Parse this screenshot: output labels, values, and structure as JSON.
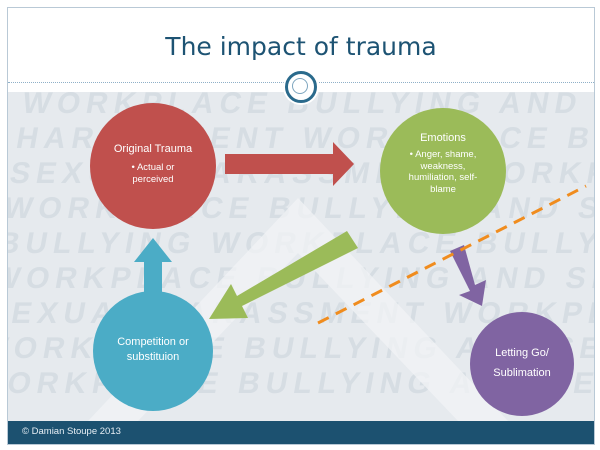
{
  "slide": {
    "title": "The impact of trauma",
    "footer": "© Damian Stoupe 2013",
    "background_words": [
      "WORKPLACE BULLYING AND SEXUAL HARASSMENT",
      "HARASSMENT WORKPLACE BULLYING SEXUAL",
      "SEXUAL HARASSMENT WORKPLACE BULLYING",
      "WORKPLACE BULLYING AND SEXUAL HARASSMENT",
      "BULLYING WORKPLACE BULLYING SEXUAL",
      "WORKPLACE BULLYING AND SEXUAL HARASSMENT",
      "SEXUAL HARASSMENT WORKPLACE BULLYING",
      "WORKPLACE BULLYING AND SEXUAL HARASSMENT",
      "WORKPLACE BULLYING AND SEXUAL HARASSMENT"
    ]
  },
  "nodes": {
    "original_trauma": {
      "title": "Original Trauma",
      "bullet": "• Actual or perceived",
      "color": "#c0504d"
    },
    "emotions": {
      "title": "Emotions",
      "bullet": "• Anger, shame, weakness, humiliation, self-blame",
      "color": "#9bbb59"
    },
    "competition": {
      "title": "Competition or substituion",
      "color": "#4bacc6"
    },
    "letting_go": {
      "title": "Letting Go/ Sublimation",
      "color": "#8064a2"
    }
  },
  "colors": {
    "arrow_red": "#c0504d",
    "arrow_green": "#9bbb59",
    "arrow_blue": "#4bacc6",
    "arrow_purple": "#8064a2",
    "dashed_line": "#f08c1e",
    "title": "#1d5373",
    "footer_bg": "#1c5170"
  }
}
